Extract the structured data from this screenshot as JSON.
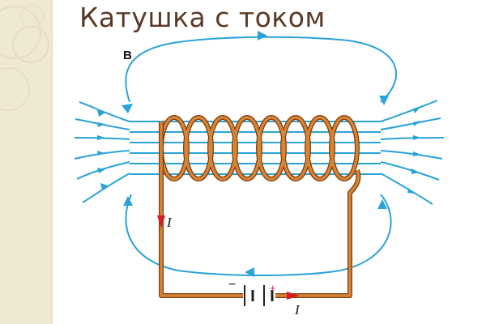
{
  "slide": {
    "title": "Катушка с током"
  },
  "diagram": {
    "field_label": "B",
    "current_label": "I",
    "battery_minus": "−",
    "battery_plus": "+",
    "colors": {
      "field_lines": "#2aa3d8",
      "wire": "#c8731e",
      "wire_outline": "#7a3d10",
      "current_arrow": "#d42020",
      "plus_sign": "#c8207e",
      "background_panel": "#efe8d2",
      "title": "#5a3a26"
    }
  }
}
